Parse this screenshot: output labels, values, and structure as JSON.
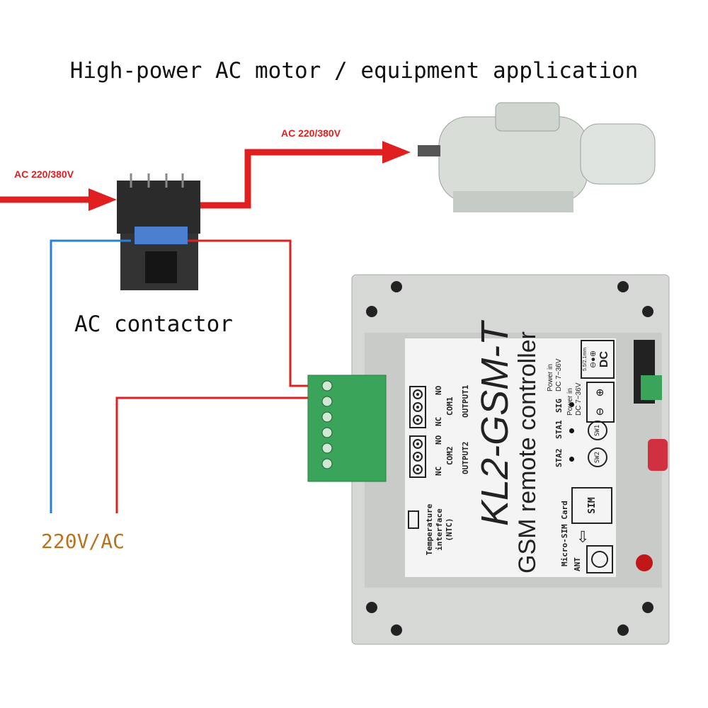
{
  "title": "High-power AC motor / equipment application",
  "arrow_in_label": "AC 220/380V",
  "arrow_out_label": "AC 220/380V",
  "contactor_label": "AC contactor",
  "supply_label": "220V/AC",
  "colors": {
    "power": "#e02020",
    "neutral": "#2a7fd8",
    "terminal": "#3aa55a",
    "enclosure": "#d6d8d6"
  },
  "controller": {
    "model": "KL2-GSM-T",
    "subtitle": "GSM remote controller",
    "temp": [
      "Temperature",
      "interface",
      "(NTC)"
    ],
    "nc": "NC",
    "no": "NO",
    "com1": "COM1",
    "com2": "COM2",
    "output1": "OUTPUT1",
    "output2": "OUTPUT2",
    "sta2": "STA2",
    "sta1": "STA1",
    "sig": "SIG",
    "sw1": "SW1",
    "sw2": "SW2",
    "sim": "SIM",
    "micro_sim": "Micro-SIM Card",
    "ant": "ANT",
    "power_in": "Power in",
    "dc_range": "DC 7~36V",
    "jack": "5.5/2.1mm",
    "dc": "DC"
  }
}
